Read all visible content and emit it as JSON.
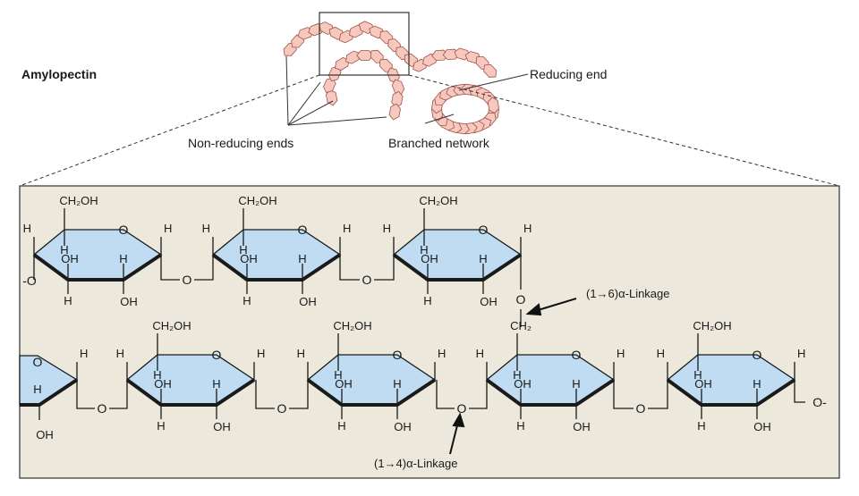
{
  "title": "Amylopectin",
  "labels": {
    "reducing_end": "Reducing end",
    "non_reducing_ends": "Non-reducing ends",
    "branched_network": "Branched network",
    "linkage_1_6": "(1→6)α-Linkage",
    "linkage_1_4": "(1→4)α-Linkage"
  },
  "chem": {
    "ch2oh": "CH₂OH",
    "ch2": "CH₂",
    "h": "H",
    "oh": "OH",
    "o": "O"
  },
  "colors": {
    "ring_fill": "#bfdcf2",
    "box_fill": "#ece8dc",
    "bead_fill": "#f7c8bd",
    "bead_stroke": "#a0524a",
    "line": "#1a1a1a"
  }
}
